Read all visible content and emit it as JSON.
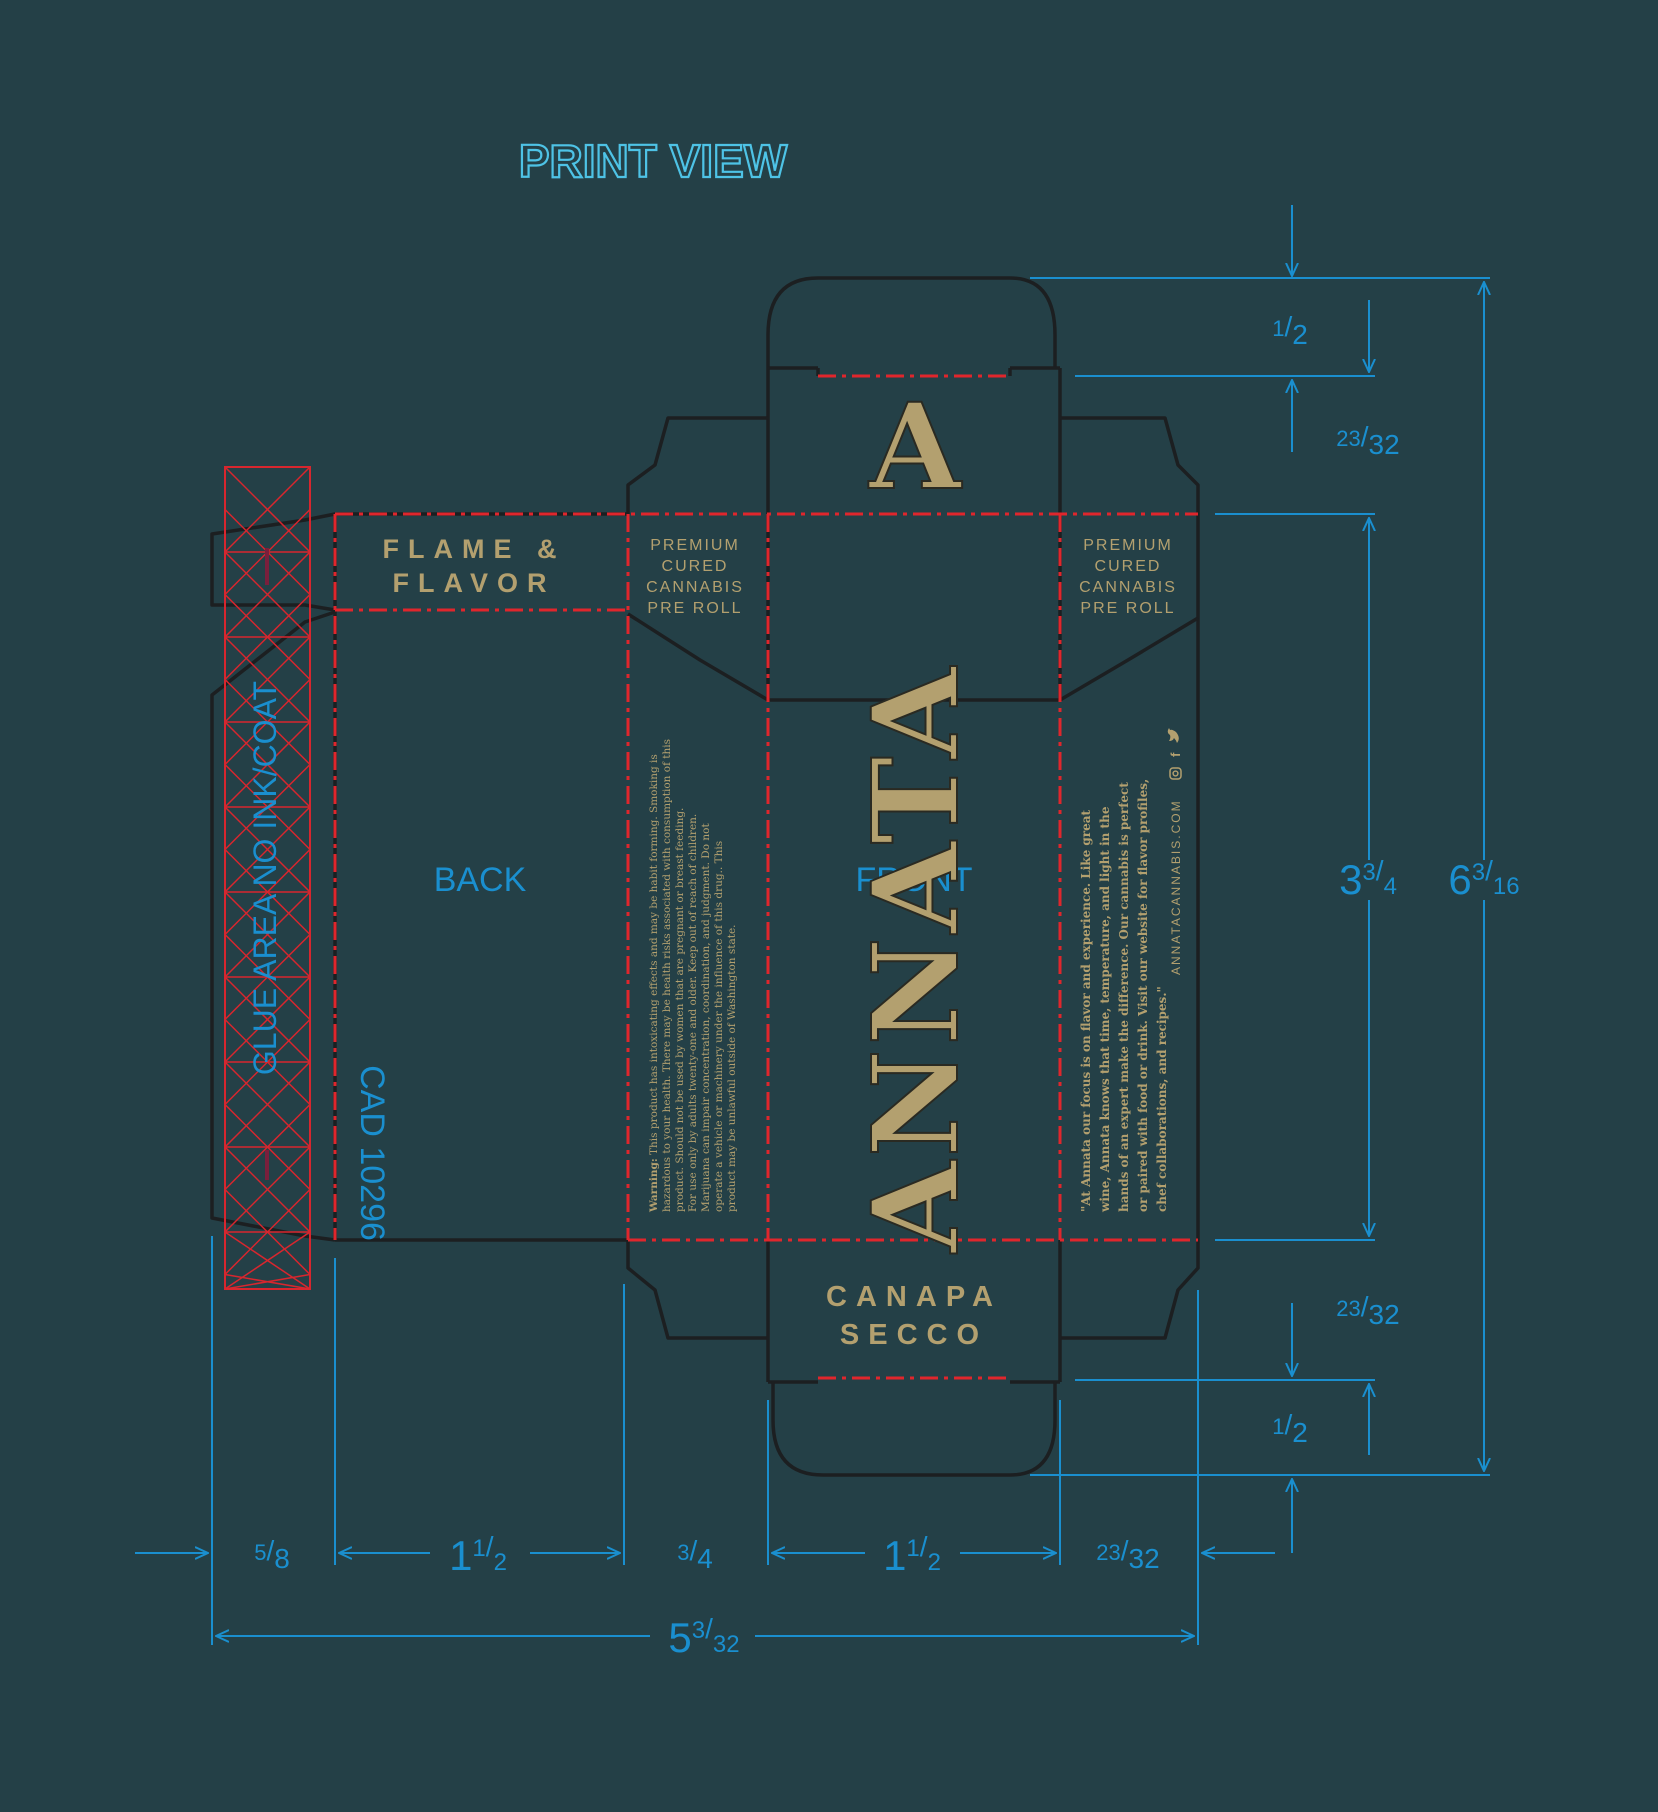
{
  "title": "PRINT VIEW",
  "colors": {
    "background": "#244047",
    "cut_line": "#1c1f21",
    "fold_line": "#e0262c",
    "dimension": "#1a8fcf",
    "title": "#4ec3e6",
    "artwork_gold": "#b3a06f",
    "glue_area": "#d8262e"
  },
  "panels": {
    "back_label": "BACK",
    "front_label": "FRONT",
    "glue_area_label": "GLUE AREA NO INK/COAT",
    "cad_label": "CAD 10296"
  },
  "artwork": {
    "top_flap_letter": "A",
    "brand_name": "ANNATA",
    "back_top_line1": "FLAME &",
    "back_top_line2": "FLAVOR",
    "side_panel_lines": [
      "PREMIUM",
      "CURED",
      "CANNABIS",
      "PRE ROLL"
    ],
    "bottom_line1": "CANAPA",
    "bottom_line2": "SECCO",
    "warning_label": "Warning:",
    "warning_lines": [
      " This product has intoxicating effects and may be habit forming. Smoking is",
      "hazardous to your health. There may be health risks associated with consumption of this",
      "product. Should not be used by women that are pregnant or breast feeding.",
      "For use only by adults twenty-one and older. Keep out of reach of children.",
      "Marijuana can impair concentration, coordination, and judgment. Do not",
      "operate a vehicle or machinery under the influence of this drug.. This",
      "product may be unlawful outside of Washington state."
    ],
    "quote_lines": [
      "\"At Annata our focus is on flavor and experience. Like great",
      "wine, Annata knows that time, temperature, and light in the",
      "hands of an expert make the difference. Our cannabis is perfect",
      "or paired with food or drink. Visit our website for flavor profiles,",
      "chef collaborations, and recipes.\""
    ],
    "website": "ANNATACANNABIS.COM",
    "social_icons": [
      "instagram-icon",
      "facebook-icon",
      "twitter-icon"
    ]
  },
  "dimensions": {
    "top_flap": {
      "whole": "",
      "num": "1",
      "den": "2"
    },
    "top_tuck": {
      "whole": "",
      "num": "23",
      "den": "32"
    },
    "panel_height": {
      "whole": "3",
      "num": "3",
      "den": "4"
    },
    "overall_height": {
      "whole": "6",
      "num": "3",
      "den": "16"
    },
    "bottom_tuck": {
      "whole": "",
      "num": "23",
      "den": "32"
    },
    "bottom_flap": {
      "whole": "",
      "num": "1",
      "den": "2"
    },
    "glue_width": {
      "whole": "",
      "num": "5",
      "den": "8"
    },
    "back_width": {
      "whole": "1",
      "num": "1",
      "den": "2"
    },
    "side_width": {
      "whole": "",
      "num": "3",
      "den": "4"
    },
    "front_width": {
      "whole": "1",
      "num": "1",
      "den": "2"
    },
    "right_side_width": {
      "whole": "",
      "num": "23",
      "den": "32"
    },
    "overall_width": {
      "whole": "5",
      "num": "3",
      "den": "32"
    }
  }
}
